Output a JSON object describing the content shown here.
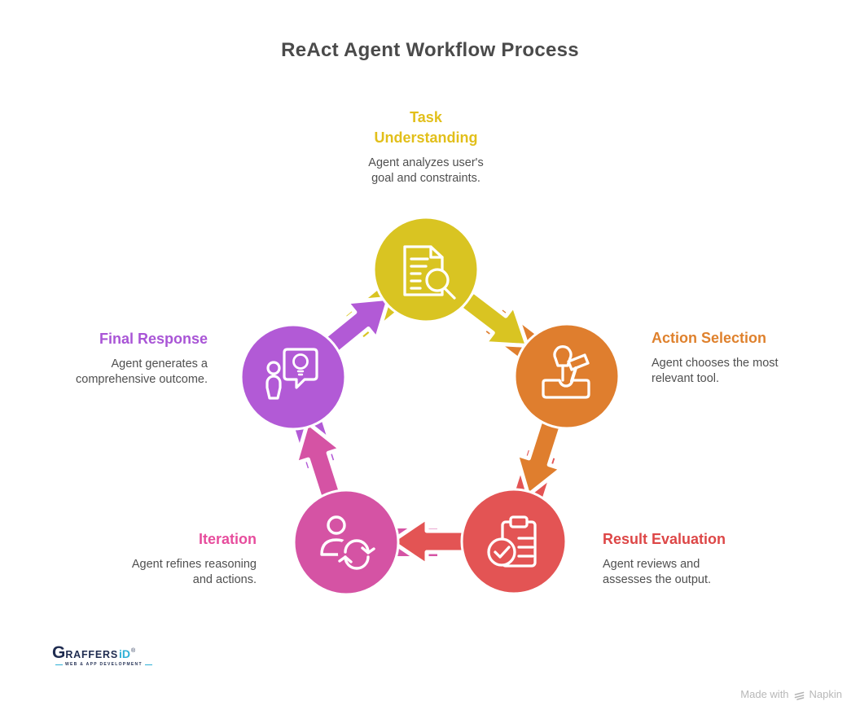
{
  "title": "ReAct Agent Workflow Process",
  "nodes": [
    {
      "name": "Task Understanding",
      "desc": "Agent analyzes user's goal and constraints.",
      "color": "#d9c422",
      "heading_color": "#e2bf1a",
      "icon": "document-search-icon"
    },
    {
      "name": "Action Selection",
      "desc": "Agent chooses the most relevant tool.",
      "color": "#df7e2e",
      "heading_color": "#df812d",
      "icon": "tools-icon"
    },
    {
      "name": "Result Evaluation",
      "desc": "Agent reviews and assesses the output.",
      "color": "#e35454",
      "heading_color": "#dd4747",
      "icon": "clipboard-check-icon"
    },
    {
      "name": "Iteration",
      "desc": "Agent refines reasoning and actions.",
      "color": "#d553a4",
      "heading_color": "#e74d9d",
      "icon": "person-refresh-icon"
    },
    {
      "name": "Final Response",
      "desc": "Agent generates a comprehensive outcome.",
      "color": "#b25ad6",
      "heading_color": "#a955d6",
      "icon": "person-idea-icon"
    }
  ],
  "theme": {
    "title_color": "#4a4a4a",
    "body_text_color": "#4f4f4f",
    "background": "#ffffff"
  },
  "branding": {
    "logo_initial": "G",
    "logo_rest": "RAFFERS",
    "logo_suffix": "iD",
    "logo_reg": "®",
    "logo_tagline": "WEB & APP DEVELOPMENT",
    "logo_navy": "#1f2c50",
    "logo_blue": "#2fb0d6"
  },
  "credit": {
    "prefix": "Made with",
    "brand": "Napkin",
    "color": "#b8b8b8"
  }
}
